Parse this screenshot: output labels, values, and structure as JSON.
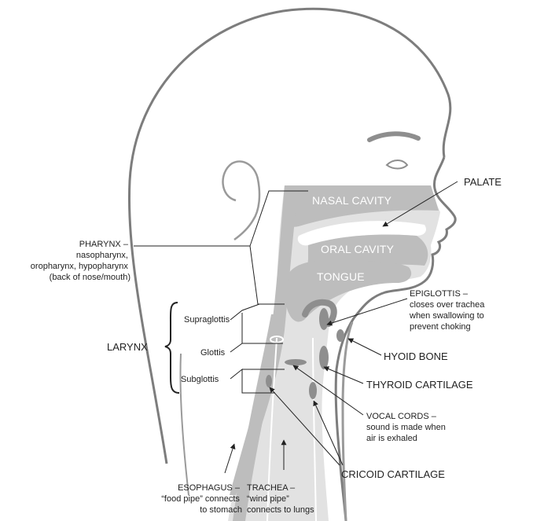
{
  "colors": {
    "outline": "#7d7d7d",
    "fill_light": "#e2e2e2",
    "fill_mid": "#bdbdbd",
    "fill_dark": "#8e8e8e",
    "line": "#222222"
  },
  "internal_labels": {
    "nasal_cavity": "NASAL CAVITY",
    "oral_cavity": "ORAL CAVITY",
    "tongue": "TONGUE"
  },
  "labels": {
    "palate": "PALATE",
    "pharynx": [
      "PHARYNX –",
      "nasopharynx,",
      "oropharynx, hypopharynx",
      "(back of nose/mouth)"
    ],
    "epiglottis": [
      "EPIGLOTTIS –",
      "closes over trachea",
      "when swallowing to",
      "prevent choking"
    ],
    "hyoid_bone": "HYOID BONE",
    "larynx": "LARYNX",
    "supraglottis": "Supraglottis",
    "glottis": "Glottis",
    "subglottis": "Subglottis",
    "thyroid_cartilage": "THYROID CARTILAGE",
    "vocal_cords": [
      "VOCAL CORDS –",
      "sound is made when",
      "air is exhaled"
    ],
    "cricoid_cartilage": "CRICOID CARTILAGE",
    "esophagus": [
      "ESOPHAGUS –",
      "“food pipe” connects",
      "to stomach"
    ],
    "trachea": [
      "TRACHEA –",
      "“wind pipe”",
      "connects to lungs"
    ]
  }
}
